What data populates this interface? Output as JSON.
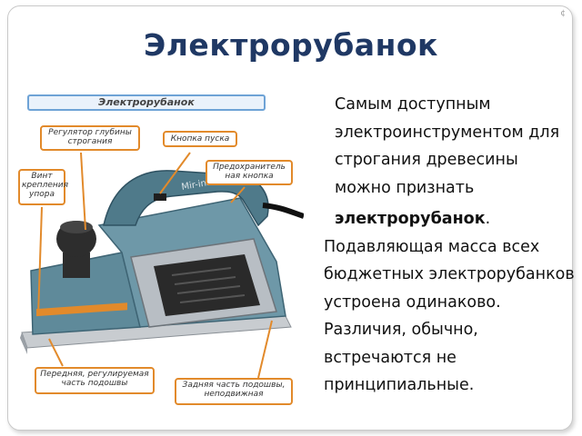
{
  "slide": {
    "title": "Электрорубанок",
    "corner_mark": "¢"
  },
  "figure": {
    "main_label": "Электрорубанок",
    "watermark": "Mir-instrumenta.ru",
    "callouts": {
      "depth_regulator": "Регулятор глубины строгания",
      "start_button": "Кнопка пуска",
      "safety_button": "Предохранитель ная кнопка",
      "stop_screw": "Винт крепления упора",
      "front_sole": "Передняя, регулируемая часть подошвы",
      "rear_sole": "Задняя часть подошвы, неподвижная"
    },
    "colors": {
      "body": "#5f8a9a",
      "body_dark": "#3e6474",
      "accent_orange": "#e28a2b",
      "sole": "#c8ccd0",
      "knob": "#2d2d2d"
    }
  },
  "text": {
    "paragraph1": "Самым доступным электроинструментом для строгания древесины можно признать",
    "bold_term": "электрорубанок",
    "bold_term_suffix": ".",
    "paragraph2": "Подавляющая масса всех бюджетных электрорубанков устроена одинаково. Различия, обычно, встречаются не принципиальные."
  }
}
